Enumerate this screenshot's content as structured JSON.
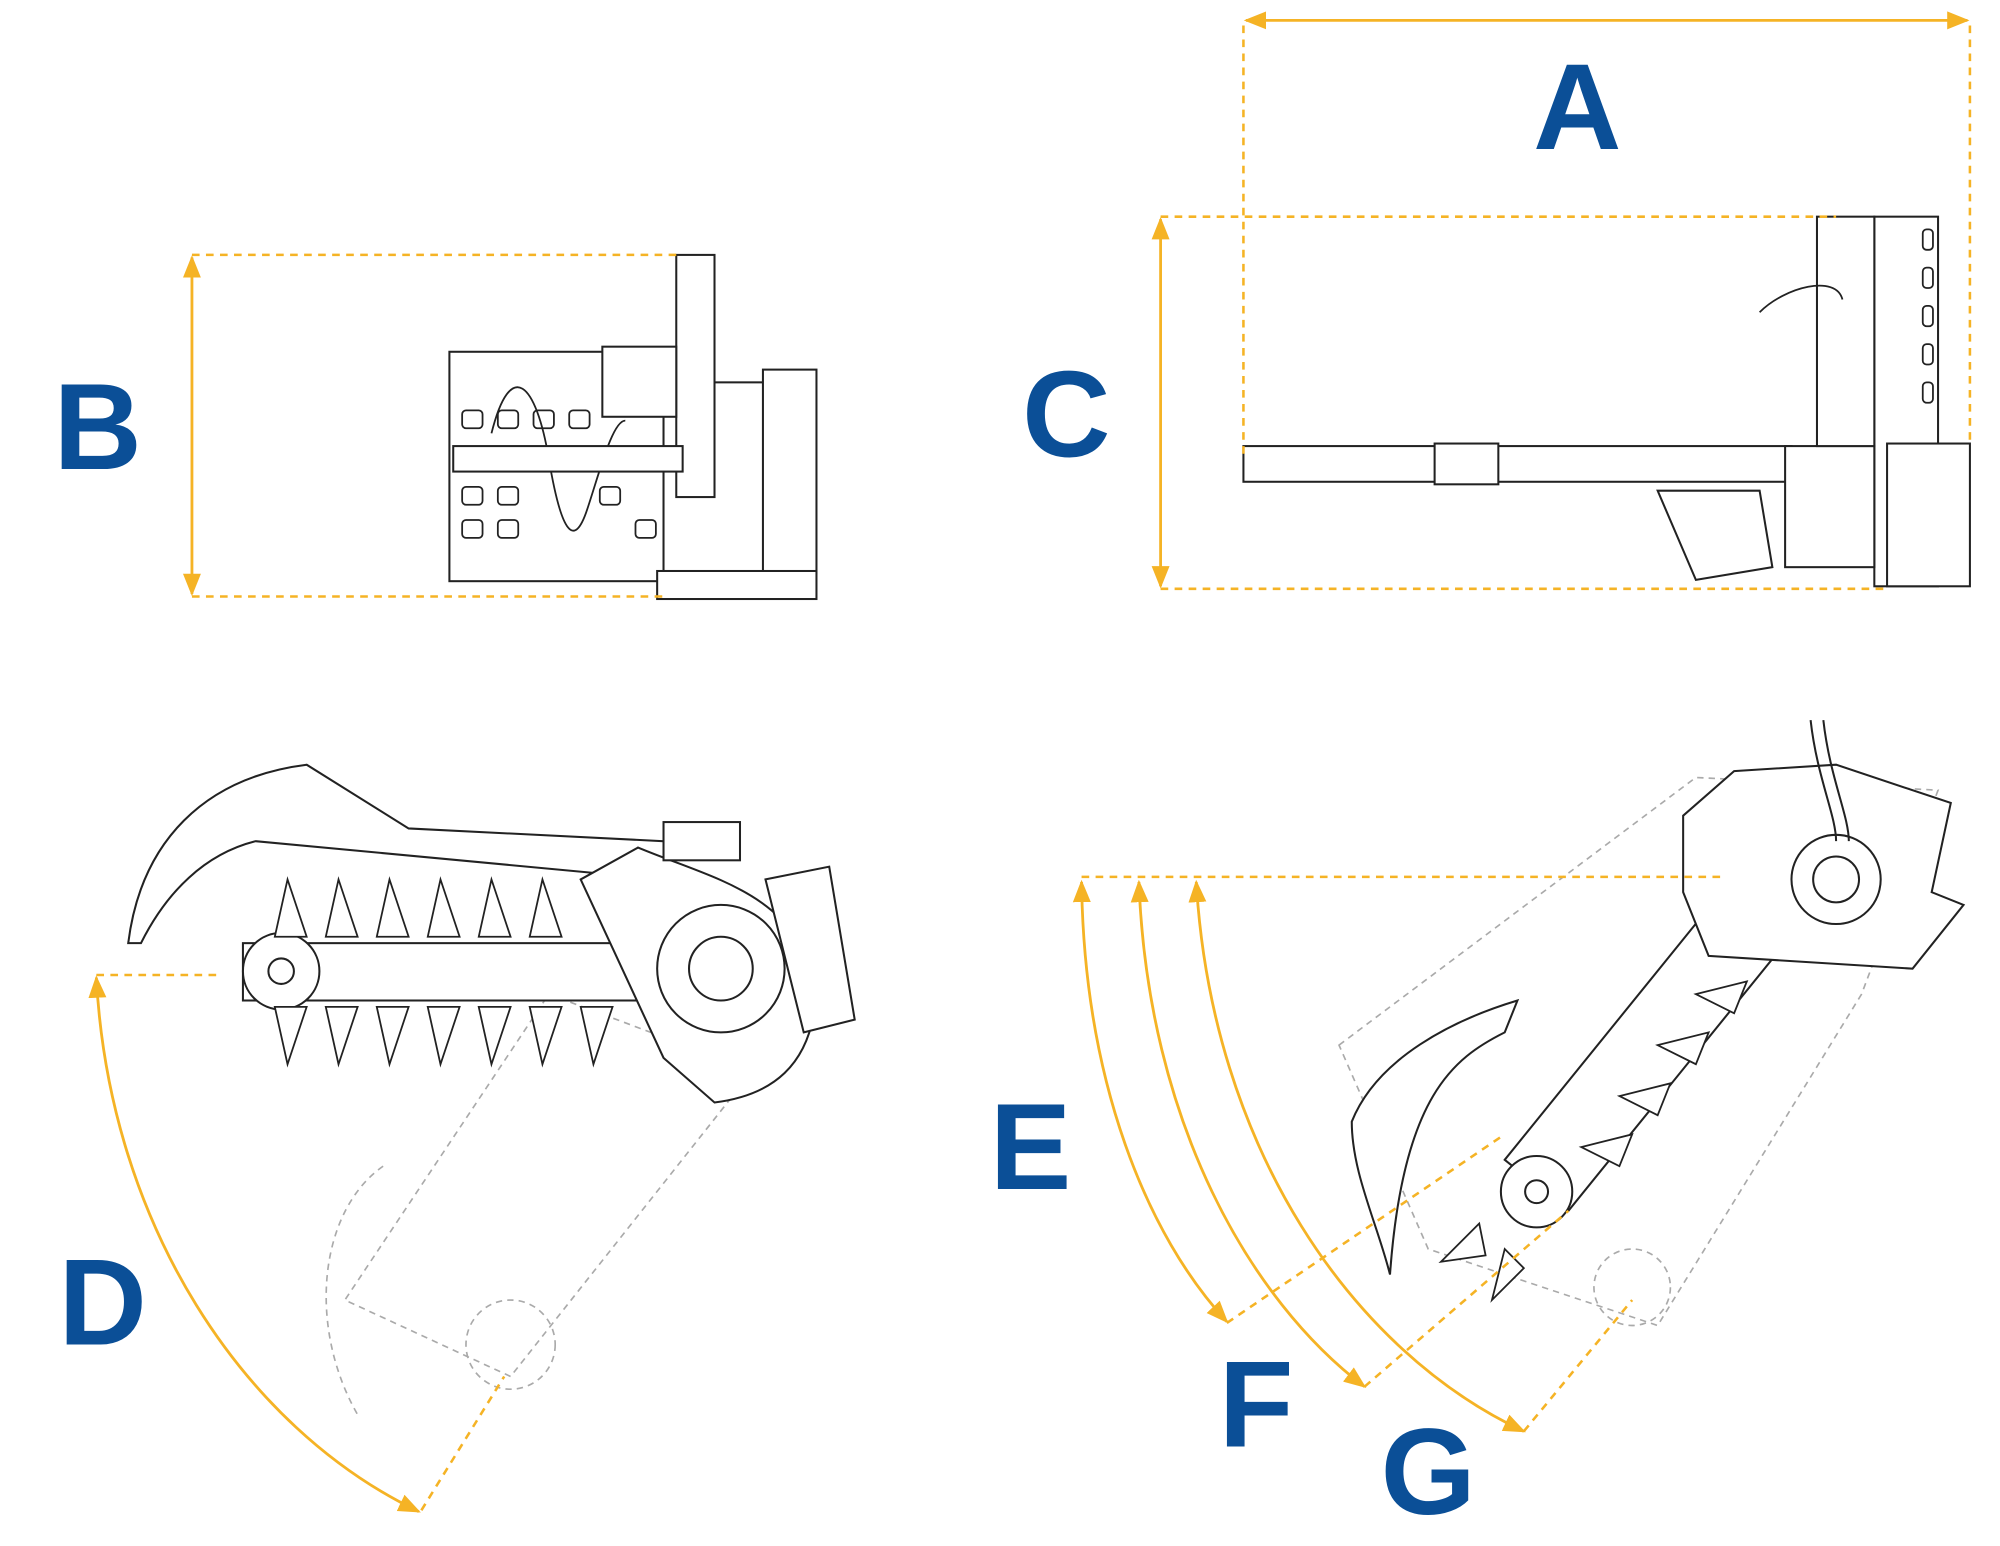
{
  "diagram": {
    "labels": {
      "a": "A",
      "b": "B",
      "c": "C",
      "d": "D",
      "e": "E",
      "f": "F",
      "g": "G"
    },
    "colors": {
      "dimension": "#f5b325",
      "label": "#0b4f97",
      "outline": "#222222",
      "ghost": "#aaaaaa"
    }
  }
}
